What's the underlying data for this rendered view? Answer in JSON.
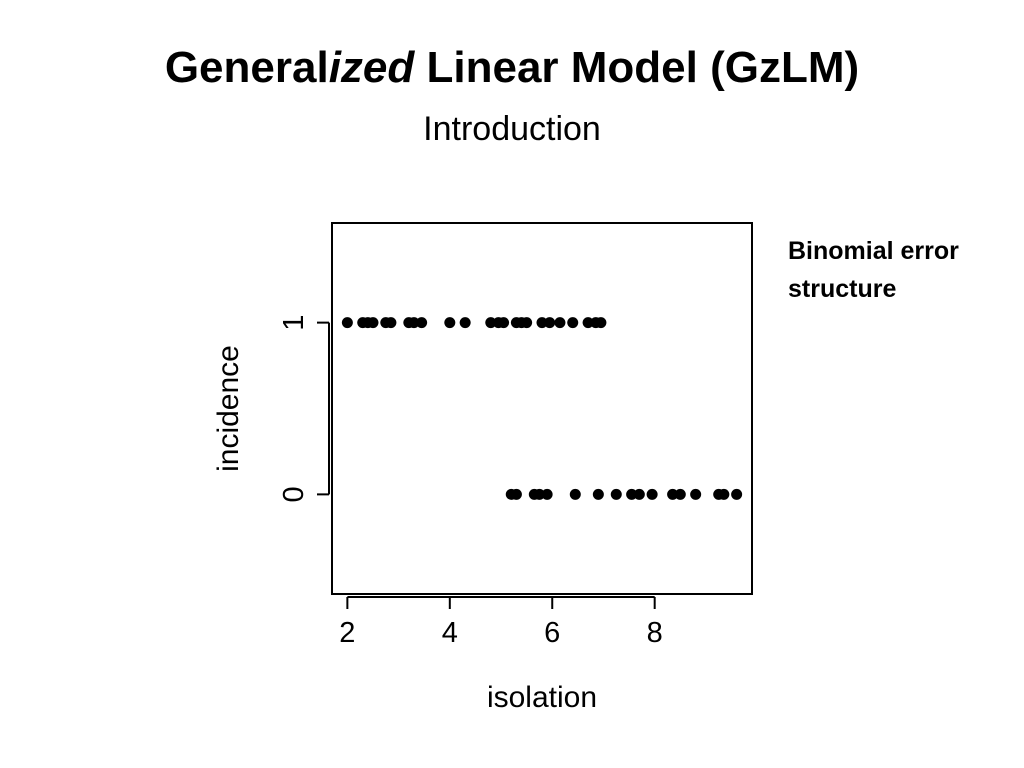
{
  "slide": {
    "title_part1": "General",
    "title_italic": "ized",
    "title_part2": " Linear Model (GzLM)",
    "subtitle": "Introduction",
    "note": "Binomial error structure"
  },
  "chart_data": {
    "type": "scatter",
    "title": "",
    "xlabel": "isolation",
    "ylabel": "incidence",
    "xlim": [
      1.7,
      9.9
    ],
    "ylim": [
      -0.58,
      1.58
    ],
    "xticks": [
      2,
      4,
      6,
      8
    ],
    "yticks": [
      0,
      1
    ],
    "grid": false,
    "marker_color": "#000000",
    "series": [
      {
        "points": [
          {
            "x": 2.0,
            "y": 1
          },
          {
            "x": 2.3,
            "y": 1
          },
          {
            "x": 2.4,
            "y": 1
          },
          {
            "x": 2.5,
            "y": 1
          },
          {
            "x": 2.75,
            "y": 1
          },
          {
            "x": 2.85,
            "y": 1
          },
          {
            "x": 3.2,
            "y": 1
          },
          {
            "x": 3.3,
            "y": 1
          },
          {
            "x": 3.45,
            "y": 1
          },
          {
            "x": 4.0,
            "y": 1
          },
          {
            "x": 4.3,
            "y": 1
          },
          {
            "x": 4.8,
            "y": 1
          },
          {
            "x": 4.95,
            "y": 1
          },
          {
            "x": 5.05,
            "y": 1
          },
          {
            "x": 5.3,
            "y": 1
          },
          {
            "x": 5.4,
            "y": 1
          },
          {
            "x": 5.5,
            "y": 1
          },
          {
            "x": 5.8,
            "y": 1
          },
          {
            "x": 5.95,
            "y": 1
          },
          {
            "x": 6.15,
            "y": 1
          },
          {
            "x": 6.4,
            "y": 1
          },
          {
            "x": 6.7,
            "y": 1
          },
          {
            "x": 6.85,
            "y": 1
          },
          {
            "x": 6.95,
            "y": 1
          },
          {
            "x": 5.2,
            "y": 0
          },
          {
            "x": 5.3,
            "y": 0
          },
          {
            "x": 5.65,
            "y": 0
          },
          {
            "x": 5.75,
            "y": 0
          },
          {
            "x": 5.9,
            "y": 0
          },
          {
            "x": 6.45,
            "y": 0
          },
          {
            "x": 6.9,
            "y": 0
          },
          {
            "x": 7.25,
            "y": 0
          },
          {
            "x": 7.55,
            "y": 0
          },
          {
            "x": 7.7,
            "y": 0
          },
          {
            "x": 7.95,
            "y": 0
          },
          {
            "x": 8.35,
            "y": 0
          },
          {
            "x": 8.5,
            "y": 0
          },
          {
            "x": 8.8,
            "y": 0
          },
          {
            "x": 9.25,
            "y": 0
          },
          {
            "x": 9.35,
            "y": 0
          },
          {
            "x": 9.6,
            "y": 0
          }
        ]
      }
    ]
  }
}
